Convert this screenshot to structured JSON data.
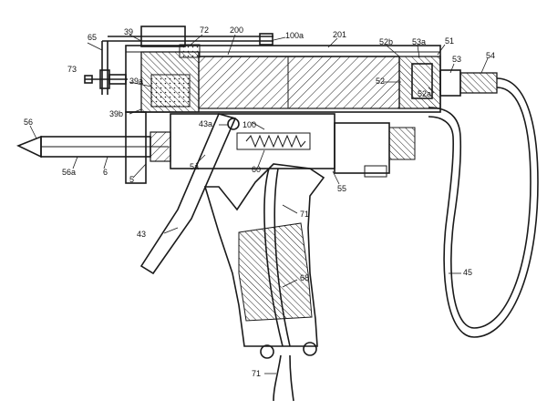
{
  "figure": {
    "labels": [
      {
        "text": "39"
      },
      {
        "text": "72"
      },
      {
        "text": "200"
      },
      {
        "text": "100a"
      },
      {
        "text": "201"
      },
      {
        "text": "52b"
      },
      {
        "text": "53a"
      },
      {
        "text": "51"
      },
      {
        "text": "54"
      },
      {
        "text": "65"
      },
      {
        "text": "73"
      },
      {
        "text": "39a"
      },
      {
        "text": "53"
      },
      {
        "text": "52"
      },
      {
        "text": "52a"
      },
      {
        "text": "39b"
      },
      {
        "text": "43a"
      },
      {
        "text": "100"
      },
      {
        "text": "56"
      },
      {
        "text": "5a"
      },
      {
        "text": "60"
      },
      {
        "text": "56a"
      },
      {
        "text": "6"
      },
      {
        "text": "5"
      },
      {
        "text": "55"
      },
      {
        "text": "71"
      },
      {
        "text": "43"
      },
      {
        "text": "45"
      },
      {
        "text": "68"
      },
      {
        "text": "71"
      }
    ]
  }
}
